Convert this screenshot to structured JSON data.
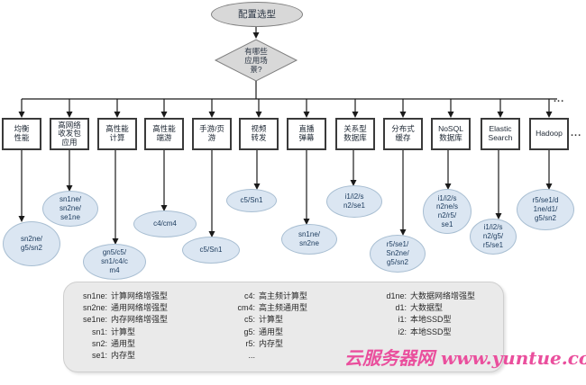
{
  "flowchart": {
    "start_label": "配置选型",
    "decision_label": "有哪些\n应用场\n景?",
    "ellipsis_branch": "...",
    "ellipsis_more": "...",
    "branches": [
      {
        "category": "均衡\n性能",
        "instances": "sn2ne/\ng5/sn2"
      },
      {
        "category": "高网络\n收发包\n应用",
        "instances": "sn1ne/\nsn2ne/\nse1ne"
      },
      {
        "category": "高性能\n计算",
        "instances": "gn5/c5/\nsn1/c4/c\nm4"
      },
      {
        "category": "高性能\n端游",
        "instances": "c4/cm4"
      },
      {
        "category": "手游/页\n游",
        "instances": "c5/Sn1"
      },
      {
        "category": "视频\n转发",
        "instances": "c5/Sn1"
      },
      {
        "category": "直播\n弹幕",
        "instances": "sn1ne/\nsn2ne"
      },
      {
        "category": "关系型\n数据库",
        "instances": "i1/i2/s\nn2/se1"
      },
      {
        "category": "分布式\n缓存",
        "instances": "r5/se1/\nSn2ne/\ng5/sn2"
      },
      {
        "category": "NoSQL\n数据库",
        "instances": "i1/i2/s\nn2ne/s\nn2/r5/\nse1"
      },
      {
        "category": "Elastic\nSearch",
        "instances": "i1/i2/s\nn2/g5/\nr5/se1"
      },
      {
        "category": "Hadoop",
        "instances": "r5/se1/d\n1ne/d1/\ng5/sn2"
      }
    ]
  },
  "legend": {
    "col1": [
      {
        "k": "sn1ne:",
        "v": "计算网络增强型"
      },
      {
        "k": "sn2ne:",
        "v": "通用网络增强型"
      },
      {
        "k": "se1ne:",
        "v": "内存网络增强型"
      },
      {
        "k": "sn1:",
        "v": "计算型"
      },
      {
        "k": "sn2:",
        "v": "通用型"
      },
      {
        "k": "se1:",
        "v": "内存型"
      }
    ],
    "col2": [
      {
        "k": "c4:",
        "v": "高主频计算型"
      },
      {
        "k": "cm4:",
        "v": "高主频通用型"
      },
      {
        "k": "c5:",
        "v": "计算型"
      },
      {
        "k": "g5:",
        "v": "通用型"
      },
      {
        "k": "r5:",
        "v": "内存型"
      },
      {
        "k": "...",
        "v": ""
      }
    ],
    "col3": [
      {
        "k": "d1ne:",
        "v": "大数据网络增强型"
      },
      {
        "k": "d1:",
        "v": "大数据型"
      },
      {
        "k": "i1:",
        "v": "本地SSD型"
      },
      {
        "k": "i2:",
        "v": "本地SSD型"
      }
    ]
  },
  "watermark": {
    "text": "云服务器网 www.yuntue.com",
    "color": "#ea4f9d"
  },
  "colors": {
    "start_fill": "#d8d8d8",
    "start_border": "#7f7f7f",
    "oval_fill": "#dbe6f2",
    "oval_border": "#a8bed2",
    "box_border": "#3a3a3a",
    "legend_fill": "#eaeaea",
    "line": "#1a1a1a",
    "watermark": "#ea4f9d"
  }
}
